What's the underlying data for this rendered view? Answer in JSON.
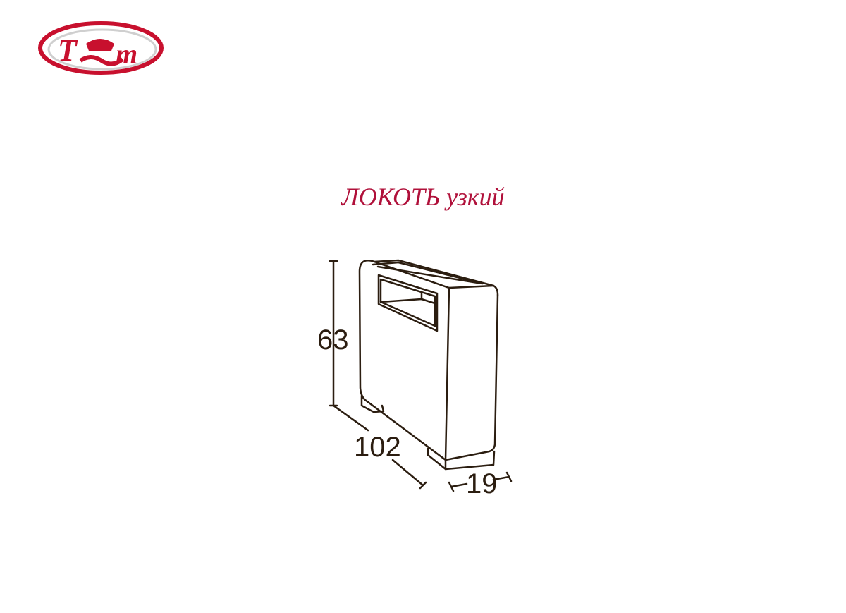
{
  "logo": {
    "text": "ТМ",
    "colors": {
      "primary": "#c8102e",
      "shadow": "#c8c8c8"
    }
  },
  "title": "ЛОКОТЬ узкий",
  "dimensions": {
    "height": "63",
    "length": "102",
    "depth": "19"
  },
  "colors": {
    "title": "#b0103a",
    "lines": "#2b1d10"
  }
}
